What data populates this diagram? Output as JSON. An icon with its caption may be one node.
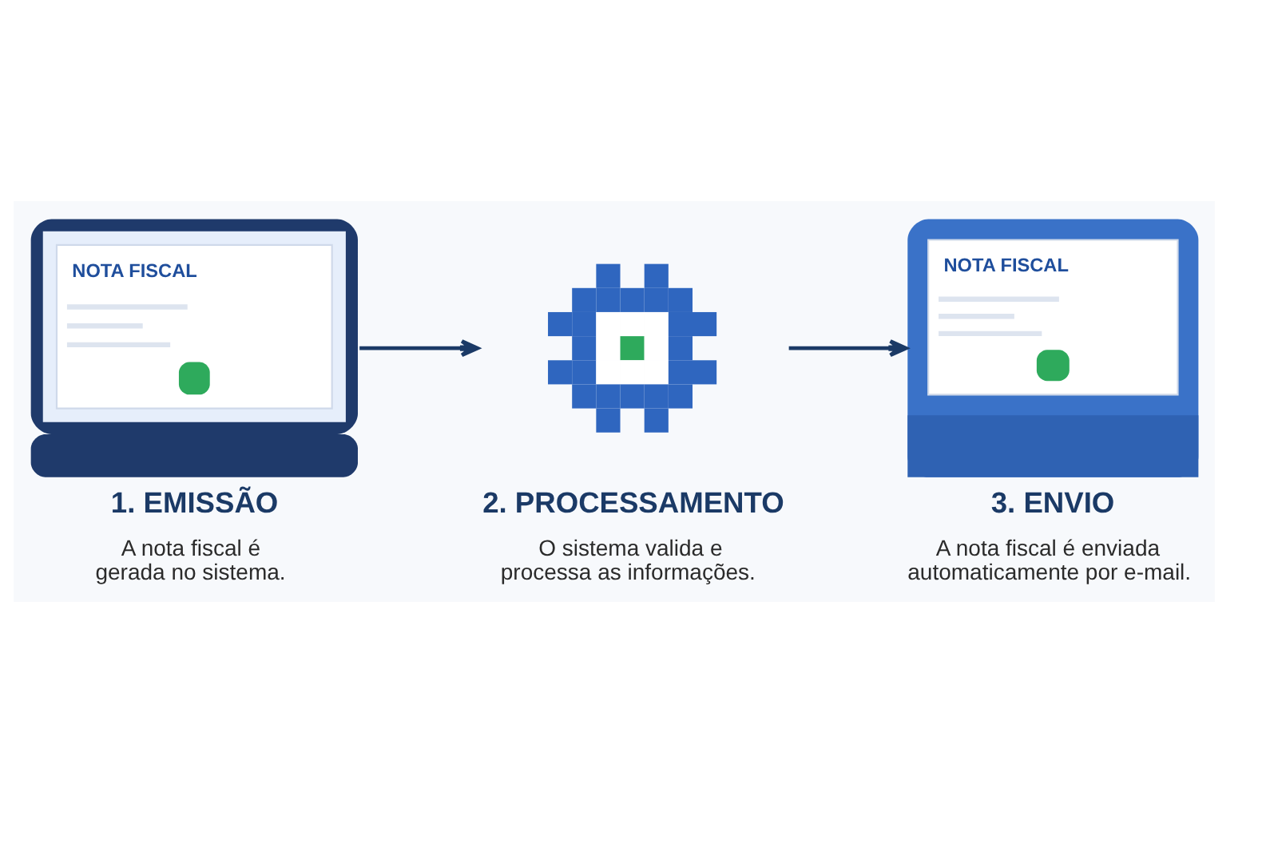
{
  "diagram": {
    "nodes": [
      {
        "text": [
          "NOTA FISCAL"
        ],
        "beside": [
          "1. EMISSÃO",
          "A nota fiscal é gerada no sistema."
        ]
      },
      {
        "text": [],
        "shape": "picture",
        "beside": [
          "2. PROCESSAMENTO",
          "O sistema valida e processa as informações."
        ]
      },
      {
        "text": [
          "NOTA FISCAL"
        ],
        "beside": [
          "3. ENVIO",
          "A nota fiscal é enviada automaticamente por e-mail."
        ]
      }
    ],
    "edges": [
      {
        "from": 0,
        "to": 1,
        "arrow": "to"
      },
      {
        "from": 1,
        "to": 2,
        "arrow": "to"
      }
    ]
  }
}
